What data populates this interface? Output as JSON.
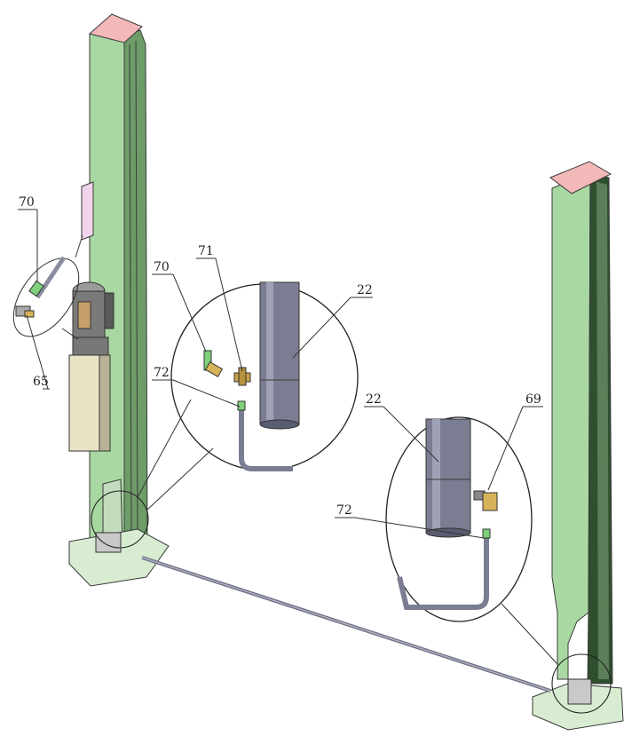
{
  "colors": {
    "column_green": "#a9d8a2",
    "column_shadow": "#5f8f5c",
    "column_dark": "#2f4f2f",
    "cap_pink": "#f3b8b8",
    "base_green": "#d7ecd1",
    "pipe_gray": "#7b7d92",
    "pipe_dark": "#404258",
    "brass": "#d6b35a",
    "fitting_green": "#7fd07a",
    "pump_gray": "#8a8a8a",
    "tank_beige": "#e9e3c6",
    "bracket_pink": "#f0d4ec"
  },
  "callouts": {
    "left_70": "70",
    "left_65": "65",
    "mid_70": "70",
    "mid_71": "71",
    "mid_72": "72",
    "mid_22": "22",
    "right_22": "22",
    "right_69": "69",
    "right_72": "72"
  }
}
